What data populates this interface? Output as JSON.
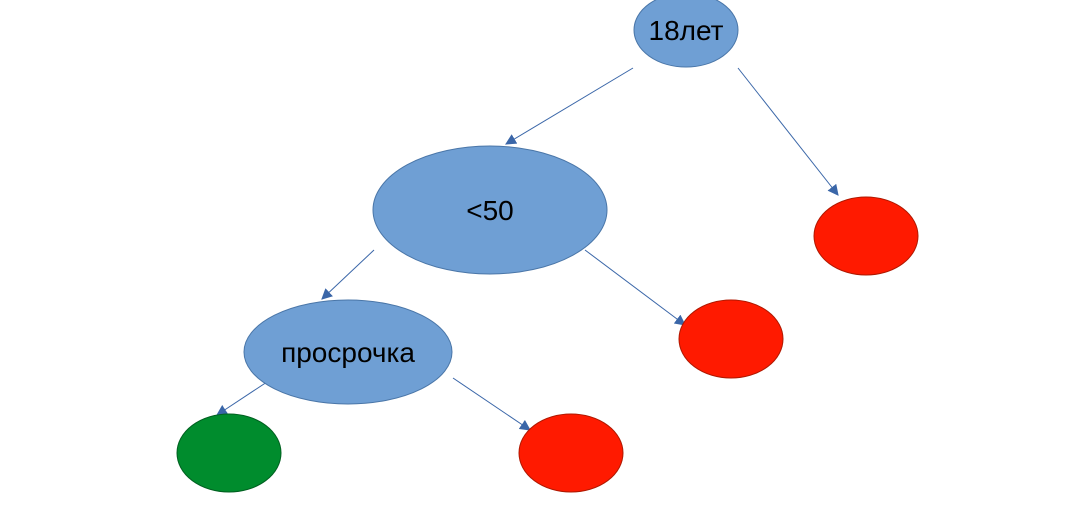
{
  "colors": {
    "decision_node": "#6f9fd4",
    "node_border": "#4a76a8",
    "leaf_red": "#ff1a00",
    "leaf_red_border": "#b01800",
    "leaf_green": "#008c2d",
    "leaf_green_border": "#006020",
    "arrow": "#3a66a8"
  },
  "nodes": {
    "root": {
      "label": "18лет"
    },
    "under50": {
      "label": "<50"
    },
    "overdue": {
      "label": "просрочка"
    }
  }
}
